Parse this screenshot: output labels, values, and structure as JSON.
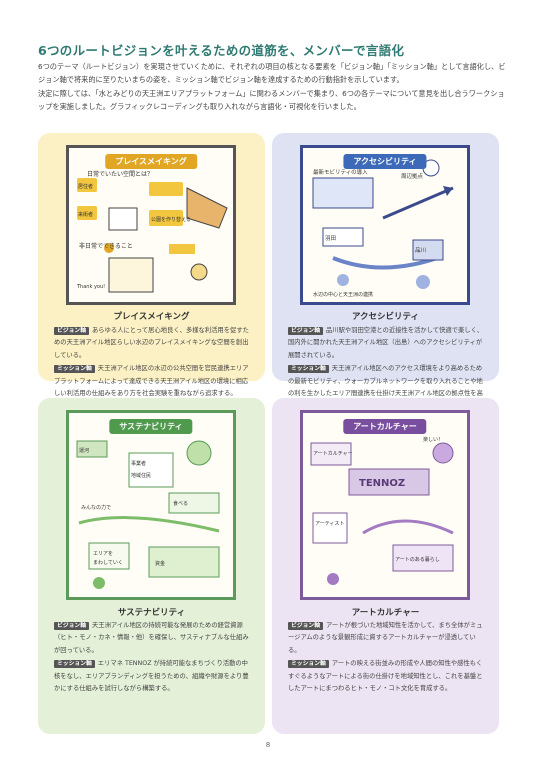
{
  "heading": "6つのルートビジョンを叶えるための道筋を、メンバーで言語化",
  "intro": [
    "6つのテーマ（ルートビジョン）を実現させていくために、それぞれの項目の核となる要素を「ビジョン軸」「ミッション軸」として言語化し、ビジョン軸で将来的に至りたいまちの姿を、ミッション軸でビジョン軸を達成するための行動指針を示しています。",
    "決定に際しては、「水とみどりの天王洲エリアプラットフォーム」に関わるメンバーで集まり、6つの各テーマについて意見を出し合うワークショップを実施しました。グラフィックレコーディングも取り入れながら言語化・可視化を行いました。"
  ],
  "cards": [
    {
      "tag": "プレイスメイキング",
      "title": "プレイスメイキング",
      "vision_label": "ビジョン軸",
      "vision": "あらゆる人にとって居心地良く、多様な利活用を促すための天王洲アイル地区らしい水辺のプレイスメイキングな空間を創出している。",
      "mission_label": "ミッション軸",
      "mission": "天王洲アイル地区の水辺の公共空間を官民連携エリアプラットフォームによって達成できる天王洲アイル地区の環境に相応しい利活用の仕組みをあり方を社会実験を重ねながら追求する。"
    },
    {
      "tag": "アクセシビリティ",
      "title": "アクセシビリティ",
      "vision_label": "ビジョン軸",
      "vision": "品川駅や羽田空港との近接性を活かして快適で楽しく、国内外に開かれた天王洲アイル地区（出島）へのアクセシビリティが展開されている。",
      "mission_label": "ミッション軸",
      "mission": "天王洲アイル地区へのアクセス環境をより高めるための最新モビリティ、ウォーカブルネットワークを取り入れることや地の利を生かしたエリア間連携を仕掛け天王洲アイル地区の拠点性を高める。"
    },
    {
      "tag": "サステナビリティ",
      "title": "サステナビリティ",
      "vision_label": "ビジョン軸",
      "vision": "天王洲アイル地区の持続可能な発展のための経営資源（ヒト・モノ・カネ・情報・他）を確保し、サスティナブルな仕組みが回っている。",
      "mission_label": "ミッション軸",
      "mission": "エリマネ TENNOZ が持続可能なまちづくり活動の中核をなし、エリアブランディングを担うための、組織や財源をより豊かにする仕組みを試行しながら構築する。"
    },
    {
      "tag": "アートカルチャー",
      "title": "アートカルチャー",
      "vision_label": "ビジョン軸",
      "vision": "アートが根づいた地域知性を活かして、まち全体がミュージアムのような景観形成に資するアートカルチャーが浸透している。",
      "mission_label": "ミッション軸",
      "mission": "アートの映える街並みの形成や人間の知性や感性もくすぐるようなアートによる街の仕掛けを地域知性とし、これを基盤としたアートにまつわるヒト・モノ・コト文化を育成する。"
    }
  ],
  "illustration_texts": {
    "c1": [
      "日常でいたい空間とは？",
      "居住者",
      "来街者",
      "公園を作り替える",
      "非日常でできること",
      "Thank you!"
    ],
    "c2": [
      "最新モビリティの導入",
      "周辺拠点",
      "羽田",
      "品川",
      "水辺の中心と天王洲の連携"
    ],
    "c3": [
      "運河",
      "みんなの力で",
      "エリアを",
      "まわしていく",
      "事業者",
      "地域住民",
      "食べる",
      "資金"
    ],
    "c4": [
      "アートカルチャー",
      "TENNOZ",
      "アーティスト",
      "楽しい！",
      "アートのある暮らし"
    ]
  },
  "page_number": "8"
}
